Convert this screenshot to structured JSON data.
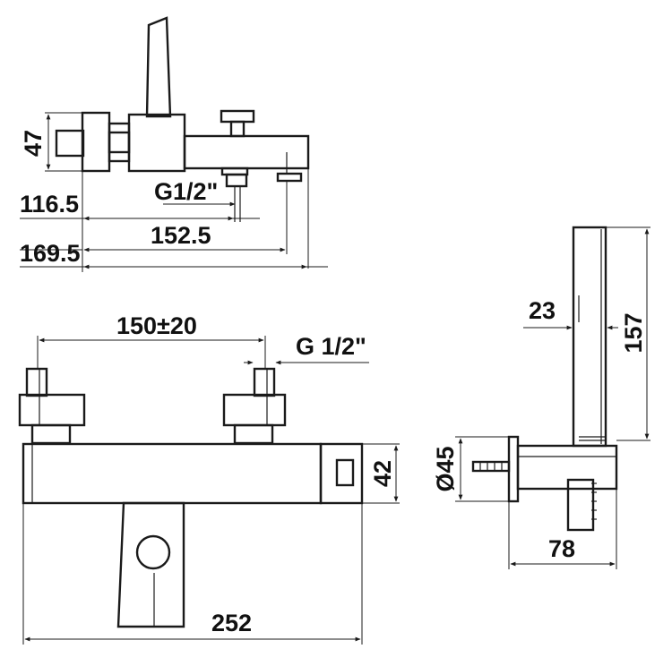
{
  "colors": {
    "line": "#1a1a1a",
    "background": "#ffffff"
  },
  "dimensions": {
    "top_height": "47",
    "top_offset_1": "116.5",
    "top_thread": "G1/2\"",
    "top_spout_reach": "152.5",
    "top_overall_reach": "169.5",
    "front_centers": "150±20",
    "front_thread": "G 1/2\"",
    "front_height": "42",
    "front_width": "252",
    "holder_offset": "23",
    "holder_height": "157",
    "holder_diameter": "Ø45",
    "holder_depth": "78"
  }
}
